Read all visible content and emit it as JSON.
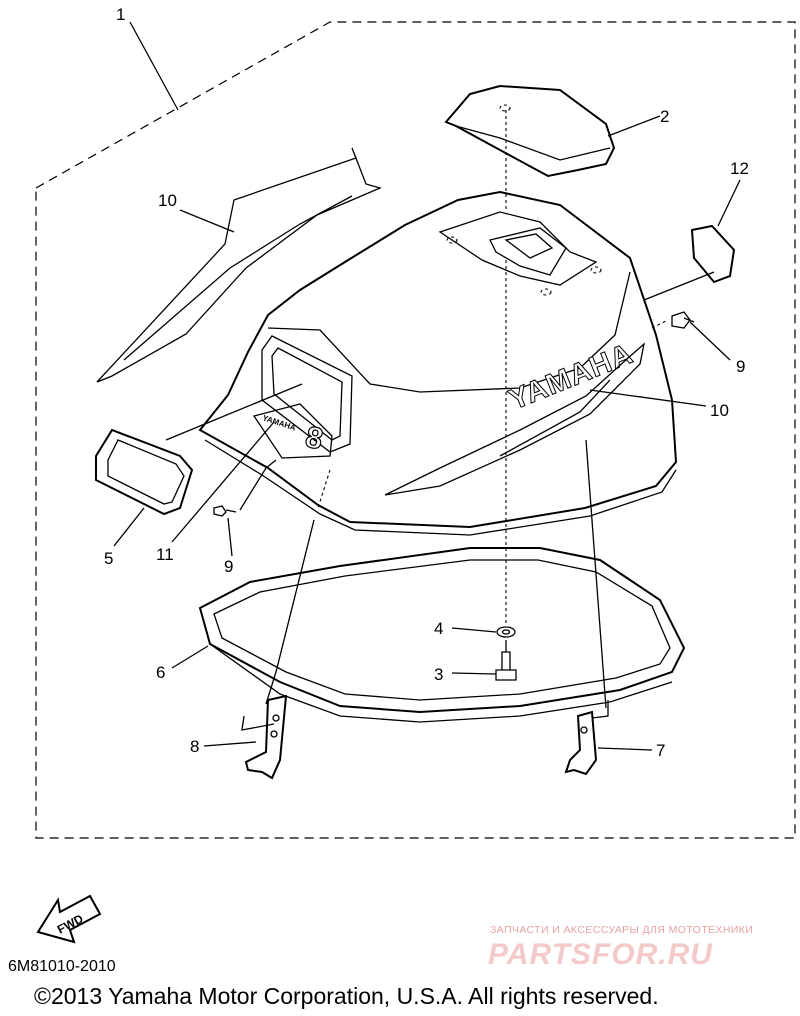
{
  "diagram": {
    "callouts": [
      {
        "id": "c1",
        "label": "1"
      },
      {
        "id": "c2",
        "label": "2"
      },
      {
        "id": "c12",
        "label": "12"
      },
      {
        "id": "c10a",
        "label": "10"
      },
      {
        "id": "c9a",
        "label": "9"
      },
      {
        "id": "c10b",
        "label": "10"
      },
      {
        "id": "c5",
        "label": "5"
      },
      {
        "id": "c11",
        "label": "11"
      },
      {
        "id": "c9b",
        "label": "9"
      },
      {
        "id": "c6",
        "label": "6"
      },
      {
        "id": "c4",
        "label": "4"
      },
      {
        "id": "c3",
        "label": "3"
      },
      {
        "id": "c8",
        "label": "8"
      },
      {
        "id": "c7",
        "label": "7"
      }
    ],
    "brand_text": "YAMAHA",
    "decal_brand_text": "YAMAHA",
    "decal_number": "8",
    "fwd_label": "FWD"
  },
  "footer": {
    "part_number": "6M81010-2010",
    "copyright": "©2013 Yamaha Motor Corporation, U.S.A. All rights reserved."
  },
  "watermark": {
    "tagline": "ЗАПЧАСТИ И АКСЕССУАРЫ ДЛЯ МОТОТЕХНИКИ",
    "logo": "PARTSFOR.RU"
  }
}
